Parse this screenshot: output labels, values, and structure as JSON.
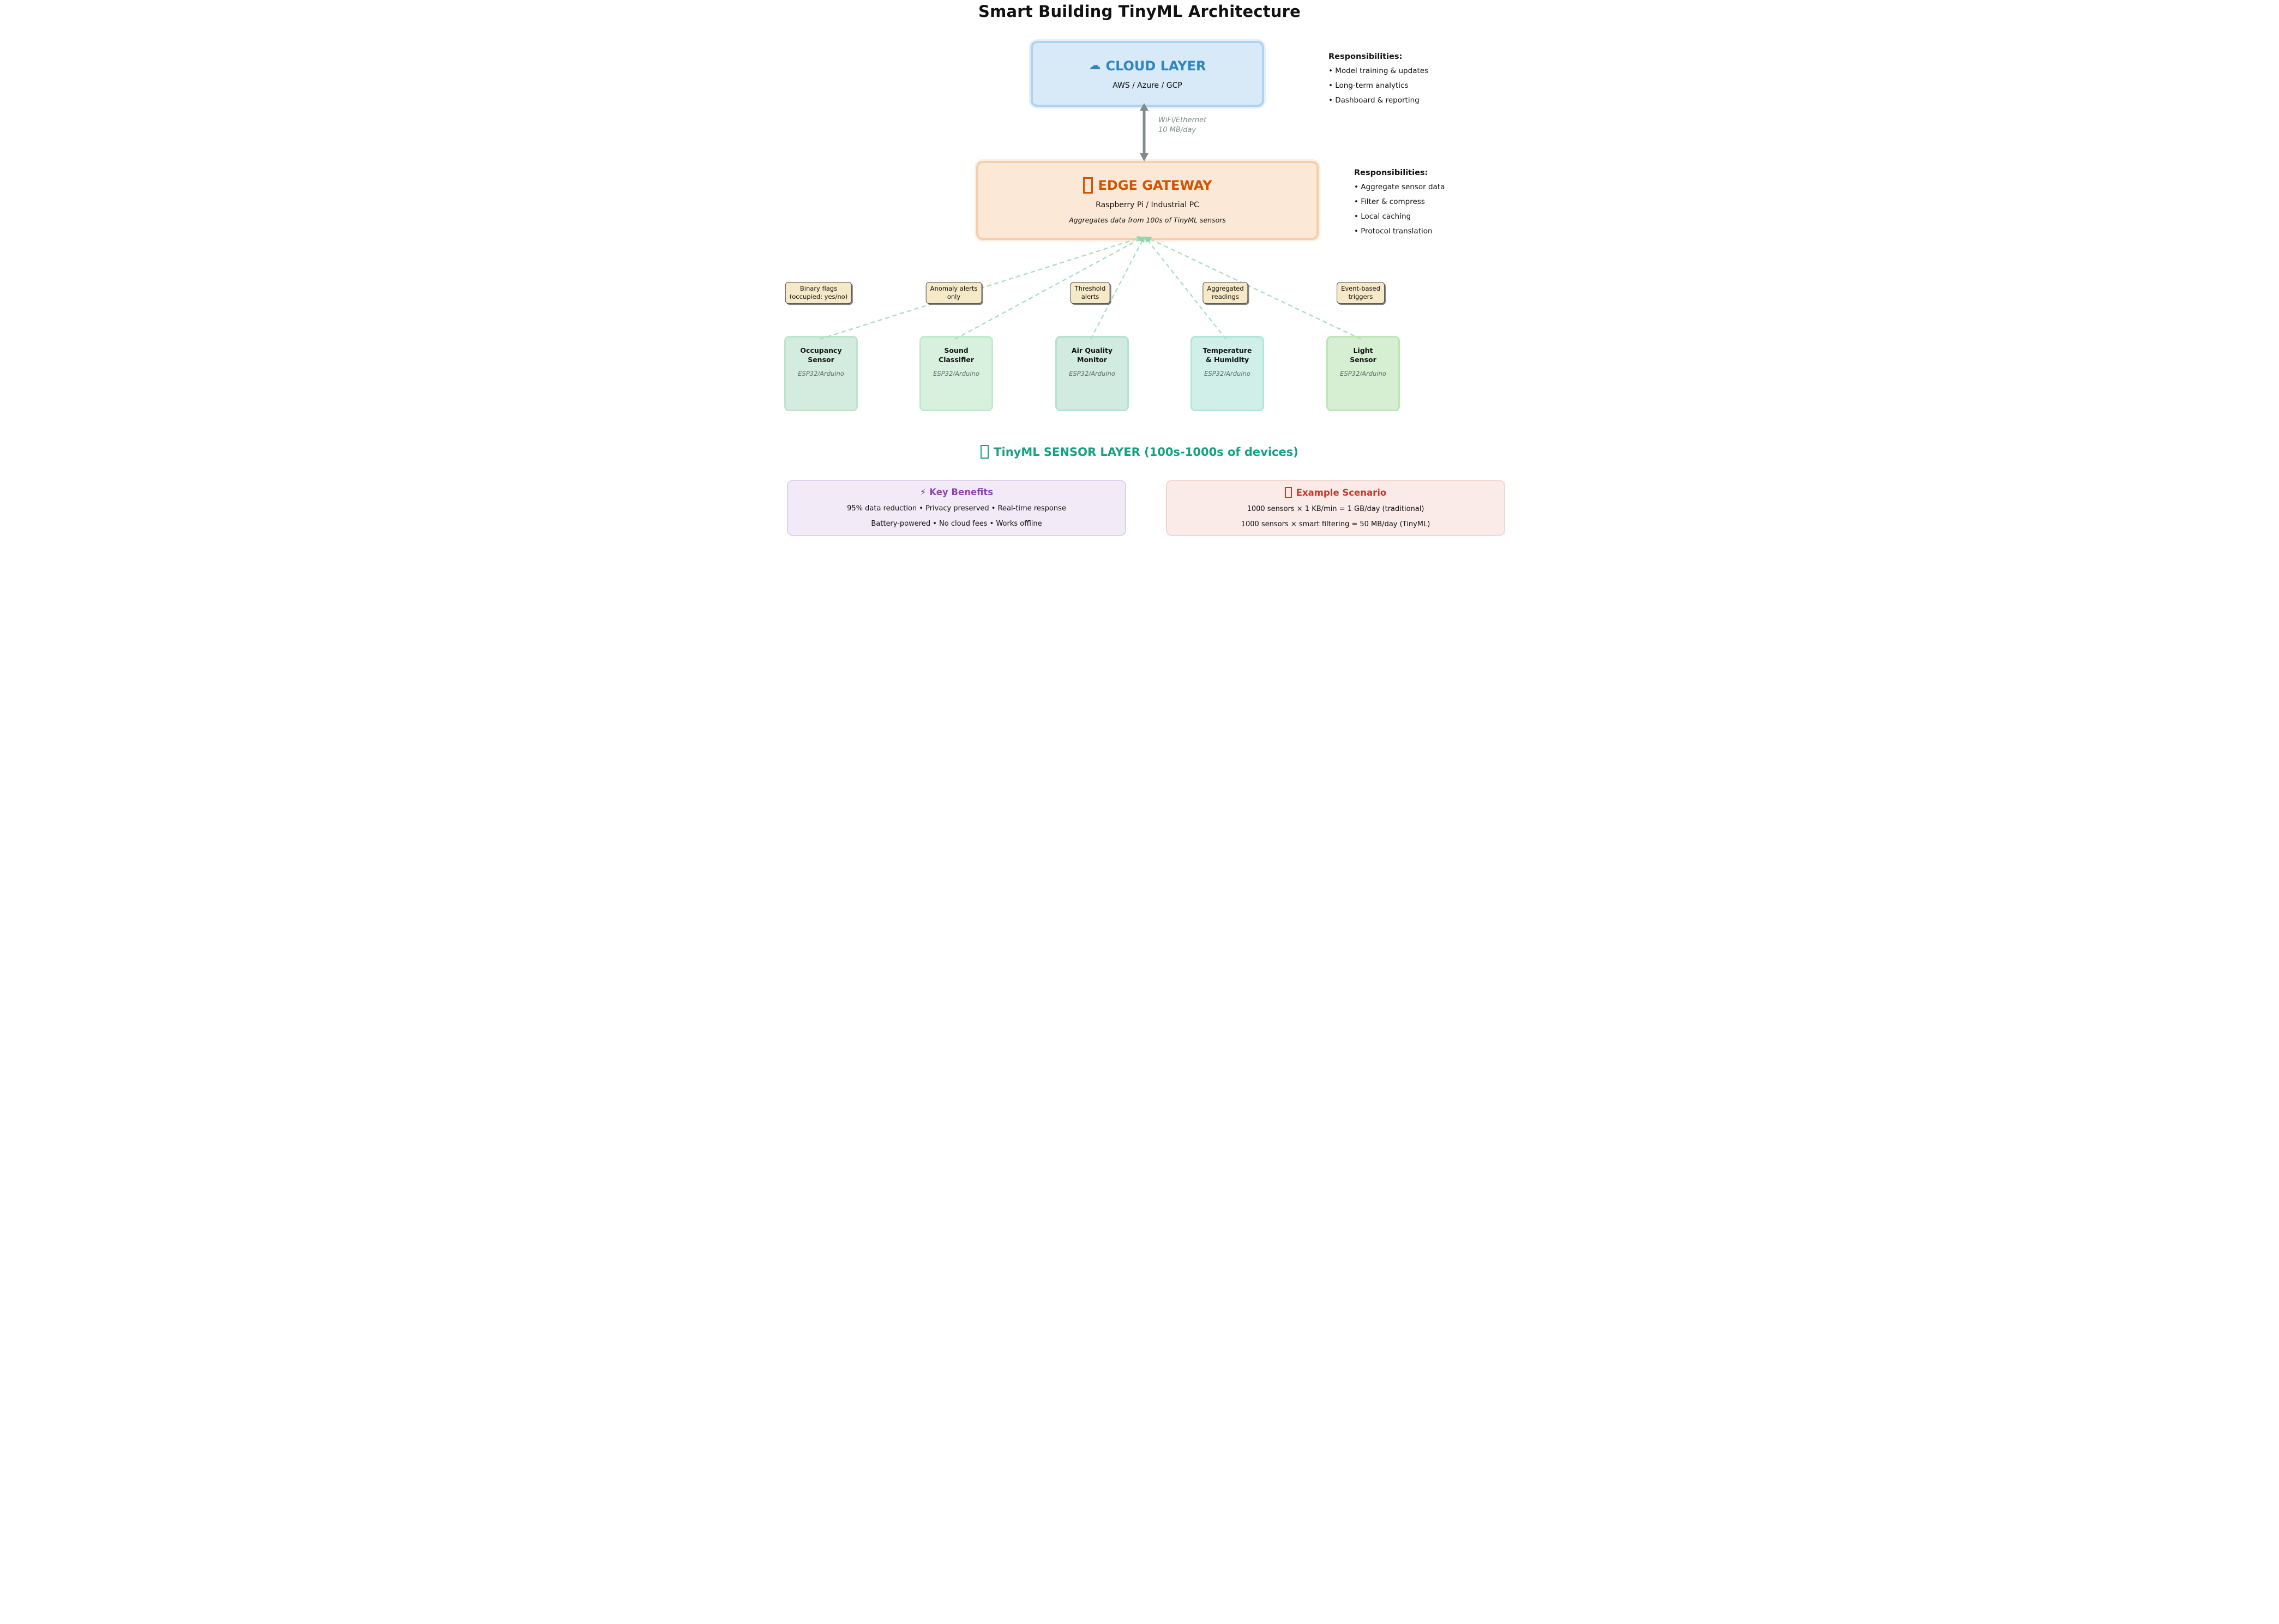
{
  "title": "Smart Building TinyML Architecture",
  "cloud": {
    "icon": "☁",
    "title": "CLOUD LAYER",
    "subtitle": "AWS / Azure / GCP"
  },
  "cloud_responsibilities": {
    "heading": "Responsibilities:",
    "items": [
      "Model training & updates",
      "Long-term analytics",
      "Dashboard & reporting"
    ]
  },
  "uplink": {
    "line1": "WiFi/Ethernet",
    "line2": "10 MB/day"
  },
  "gateway": {
    "title": "EDGE GATEWAY",
    "subtitle": "Raspberry Pi / Industrial PC",
    "note": "Aggregates data from 100s of TinyML sensors"
  },
  "gateway_responsibilities": {
    "heading": "Responsibilities:",
    "items": [
      "Aggregate sensor data",
      "Filter & compress",
      "Local caching",
      "Protocol translation"
    ]
  },
  "connection_labels": [
    {
      "line1": "Binary flags",
      "line2": "(occupied: yes/no)"
    },
    {
      "line1": "Anomaly alerts",
      "line2": "only"
    },
    {
      "line1": "Threshold",
      "line2": "alerts"
    },
    {
      "line1": "Aggregated",
      "line2": "readings"
    },
    {
      "line1": "Event-based",
      "line2": "triggers"
    }
  ],
  "sensors": [
    {
      "line1": "Occupancy",
      "line2": "Sensor",
      "platform": "ESP32/Arduino"
    },
    {
      "line1": "Sound",
      "line2": "Classifier",
      "platform": "ESP32/Arduino"
    },
    {
      "line1": "Air Quality",
      "line2": "Monitor",
      "platform": "ESP32/Arduino"
    },
    {
      "line1": "Temperature",
      "line2": "& Humidity",
      "platform": "ESP32/Arduino"
    },
    {
      "line1": "Light",
      "line2": "Sensor",
      "platform": "ESP32/Arduino"
    }
  ],
  "sensor_layer": {
    "title": "TinyML SENSOR LAYER (100s-1000s of devices)"
  },
  "benefits": {
    "icon": "⚡",
    "title": "Key Benefits",
    "lines": [
      "95% data reduction • Privacy preserved • Real-time response",
      "Battery-powered • No cloud fees • Works offline"
    ]
  },
  "scenario": {
    "title": "Example Scenario",
    "lines": [
      "1000 sensors × 1 KB/min = 1 GB/day (traditional)",
      "1000 sensors × smart filtering = 50 MB/day (TinyML)"
    ]
  },
  "colors": {
    "cloud_accent": "#2e86c1",
    "cloud_fill": "#d8e9f7",
    "gateway_accent": "#d35400",
    "gateway_fill": "#fbe8d7",
    "sensor_layer_accent": "#16a085",
    "benefits_accent": "#8e44ad",
    "scenario_accent": "#c0392b",
    "link_label_gray": "#7f8c8d",
    "dashed_line_green": "#a9dfbf",
    "label_fill": "#f5e9c8"
  }
}
